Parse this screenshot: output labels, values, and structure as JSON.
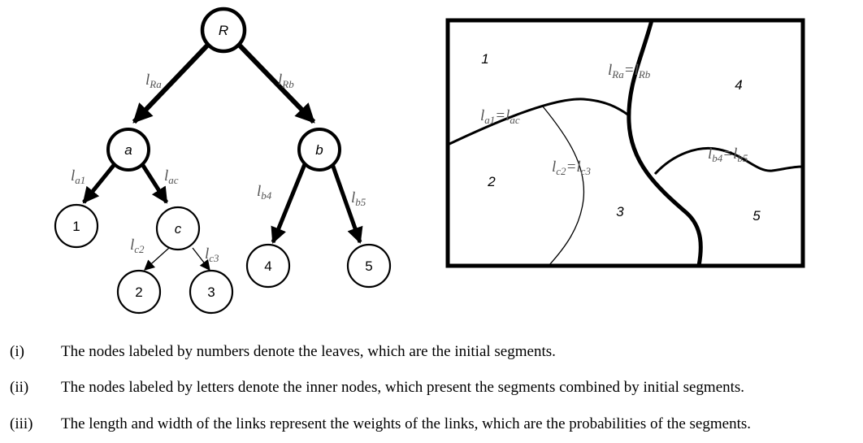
{
  "tree": {
    "nodes": [
      {
        "id": "R",
        "label": "R"
      },
      {
        "id": "a",
        "label": "a"
      },
      {
        "id": "b",
        "label": "b"
      },
      {
        "id": "c",
        "label": "c"
      },
      {
        "id": "1",
        "label": "1"
      },
      {
        "id": "2",
        "label": "2"
      },
      {
        "id": "3",
        "label": "3"
      },
      {
        "id": "4",
        "label": "4"
      },
      {
        "id": "5",
        "label": "5"
      }
    ],
    "links": [
      {
        "id": "Ra",
        "base": "l",
        "sub": "Ra"
      },
      {
        "id": "Rb",
        "base": "l",
        "sub": "Rb"
      },
      {
        "id": "a1",
        "base": "l",
        "sub": "a1"
      },
      {
        "id": "ac",
        "base": "l",
        "sub": "ac"
      },
      {
        "id": "b4",
        "base": "l",
        "sub": "b4"
      },
      {
        "id": "b5",
        "base": "l",
        "sub": "b5"
      },
      {
        "id": "c2",
        "base": "l",
        "sub": "c2"
      },
      {
        "id": "c3",
        "base": "l",
        "sub": "c3"
      }
    ]
  },
  "segment_map": {
    "segments": [
      "1",
      "2",
      "3",
      "4",
      "5"
    ],
    "boundaries": [
      {
        "left": {
          "base": "l",
          "sub": "Ra"
        },
        "eq": "=",
        "right": {
          "base": "l",
          "sub": "Rb"
        }
      },
      {
        "left": {
          "base": "l",
          "sub": "a1"
        },
        "eq": "=",
        "right": {
          "base": "l",
          "sub": "ac"
        }
      },
      {
        "left": {
          "base": "l",
          "sub": "c2"
        },
        "eq": "=",
        "right": {
          "base": "l",
          "sub": "c3"
        }
      },
      {
        "left": {
          "base": "l",
          "sub": "b4"
        },
        "eq": "=",
        "right": {
          "base": "l",
          "sub": "b5"
        }
      }
    ]
  },
  "notes": [
    {
      "num": "(i)",
      "text": "The nodes labeled by numbers denote the leaves, which are the initial segments."
    },
    {
      "num": "(ii)",
      "text": "The nodes labeled by letters denote the inner nodes, which present the segments combined by initial segments."
    },
    {
      "num": "(iii)",
      "text": "The length and width of the links represent the weights of the links, which are the probabilities of the segments."
    }
  ]
}
